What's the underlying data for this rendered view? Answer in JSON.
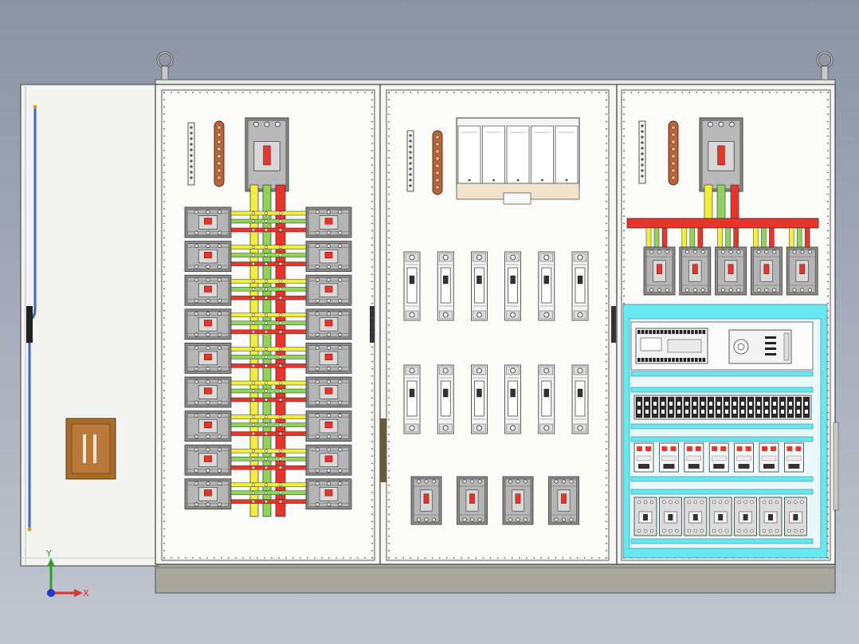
{
  "canvas": {
    "background_top": "#8b93a3",
    "background_bottom": "#c2c6cf"
  },
  "colors": {
    "busbar_red": "#e8352c",
    "busbar_green": "#8fd35b",
    "busbar_yellow": "#f2ee3c",
    "copper": "#b8653b",
    "cabinet_white": "#fbfbf9",
    "door_white": "#f3f3f1",
    "plinth": "#a7a79d",
    "din_cyan": "#69e7f0",
    "handle_blue": "#3a66c9",
    "vent_orange": "#a86b28",
    "axis_x": "#e03030",
    "axis_y": "#2e9e2e",
    "axis_z": "#2233cc"
  },
  "triad": {
    "x_label": "X",
    "y_label": "Y"
  },
  "cabinet": {
    "sections": [
      {
        "name": "section-1",
        "breaker_rows": 9,
        "breakers_per_side": 1
      },
      {
        "name": "section-2",
        "small_breaker_rows": 2,
        "small_breakers_per_row": 6,
        "mccb_count": 4
      },
      {
        "name": "section-3",
        "outgoing_breakers": 5,
        "din_rails": 5,
        "contactors": 7,
        "relays": 7,
        "terminal_blocks": 22
      }
    ],
    "icons": [
      "lifting-eye-icon",
      "main-breaker-icon",
      "ground-bar-icon",
      "neutral-bar-icon",
      "mccb-icon",
      "plc-icon",
      "power-supply-icon",
      "contactor-icon",
      "relay-icon",
      "fuse-switch-icon",
      "door-handle-icon",
      "vent-icon",
      "coordinate-triad-icon"
    ]
  }
}
